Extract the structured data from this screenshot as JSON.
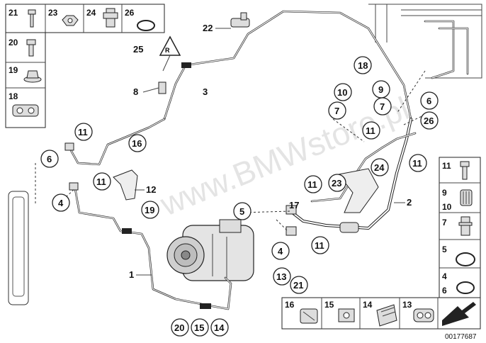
{
  "watermark": "www.BMWstore.pl",
  "diagram_number": "00177687",
  "callouts": {
    "c1": "1",
    "c2": "2",
    "c3": "3",
    "c4a": "4",
    "c4b": "4",
    "c5": "5",
    "c6a": "6",
    "c6b": "6",
    "c7a": "7",
    "c7b": "7",
    "c8": "8",
    "c9": "9",
    "c10": "10",
    "c11a": "11",
    "c11b": "11",
    "c11c": "11",
    "c11d": "11",
    "c11e": "11",
    "c11f": "11",
    "c12": "12",
    "c13": "13",
    "c14": "14",
    "c15": "15",
    "c16": "16",
    "c17": "17",
    "c18": "18",
    "c19": "19",
    "c20": "20",
    "c21": "21",
    "c22": "22",
    "c23": "23",
    "c24": "24",
    "c25": "25",
    "c26": "26"
  },
  "left_parts_panel": {
    "items": [
      "21",
      "23",
      "24",
      "26",
      "20",
      "19",
      "18"
    ]
  },
  "right_parts_panel": {
    "items": [
      "11",
      "9",
      "10",
      "7",
      "5",
      "4",
      "6"
    ]
  },
  "bottom_parts_panel": {
    "items": [
      "16",
      "15",
      "14",
      "13"
    ]
  }
}
